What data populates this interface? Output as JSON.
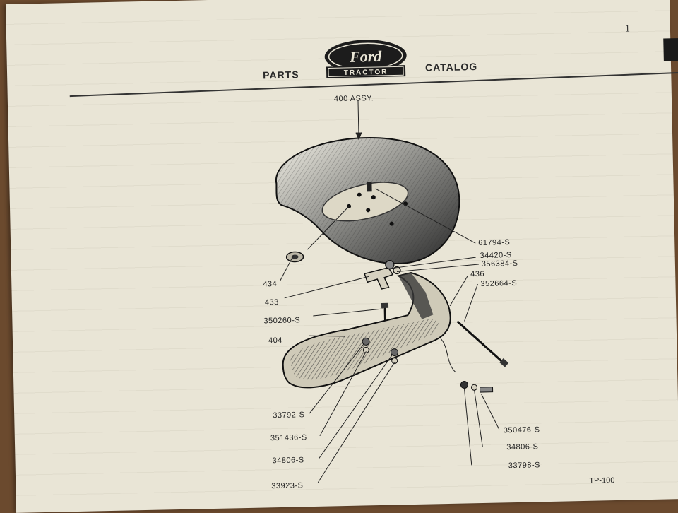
{
  "header": {
    "page_number": "1",
    "left_word": "PARTS",
    "right_word": "CATALOG",
    "logo": {
      "brand": "Ford",
      "sub": "TRACTOR"
    }
  },
  "diagram": {
    "assembly_label": "400  ASSY.",
    "callouts": {
      "p61794": "61794-S",
      "p34420": "34420-S",
      "p356384": "356384-S",
      "p436": "436",
      "p352664": "352664-S",
      "p434": "434",
      "p433": "433",
      "p350260": "350260-S",
      "p404": "404",
      "p33792": "33792-S",
      "p351436": "351436-S",
      "p34806_left": "34806-S",
      "p33923": "33923-S",
      "p350476": "350476-S",
      "p34806_right": "34806-S",
      "p33798": "33798-S"
    }
  },
  "footer": {
    "plate_id": "TP-100"
  },
  "colors": {
    "paper": "#e9e5d6",
    "ink": "#222222",
    "desk": "#6b4a2e",
    "logo_dark": "#1c1c1c"
  }
}
